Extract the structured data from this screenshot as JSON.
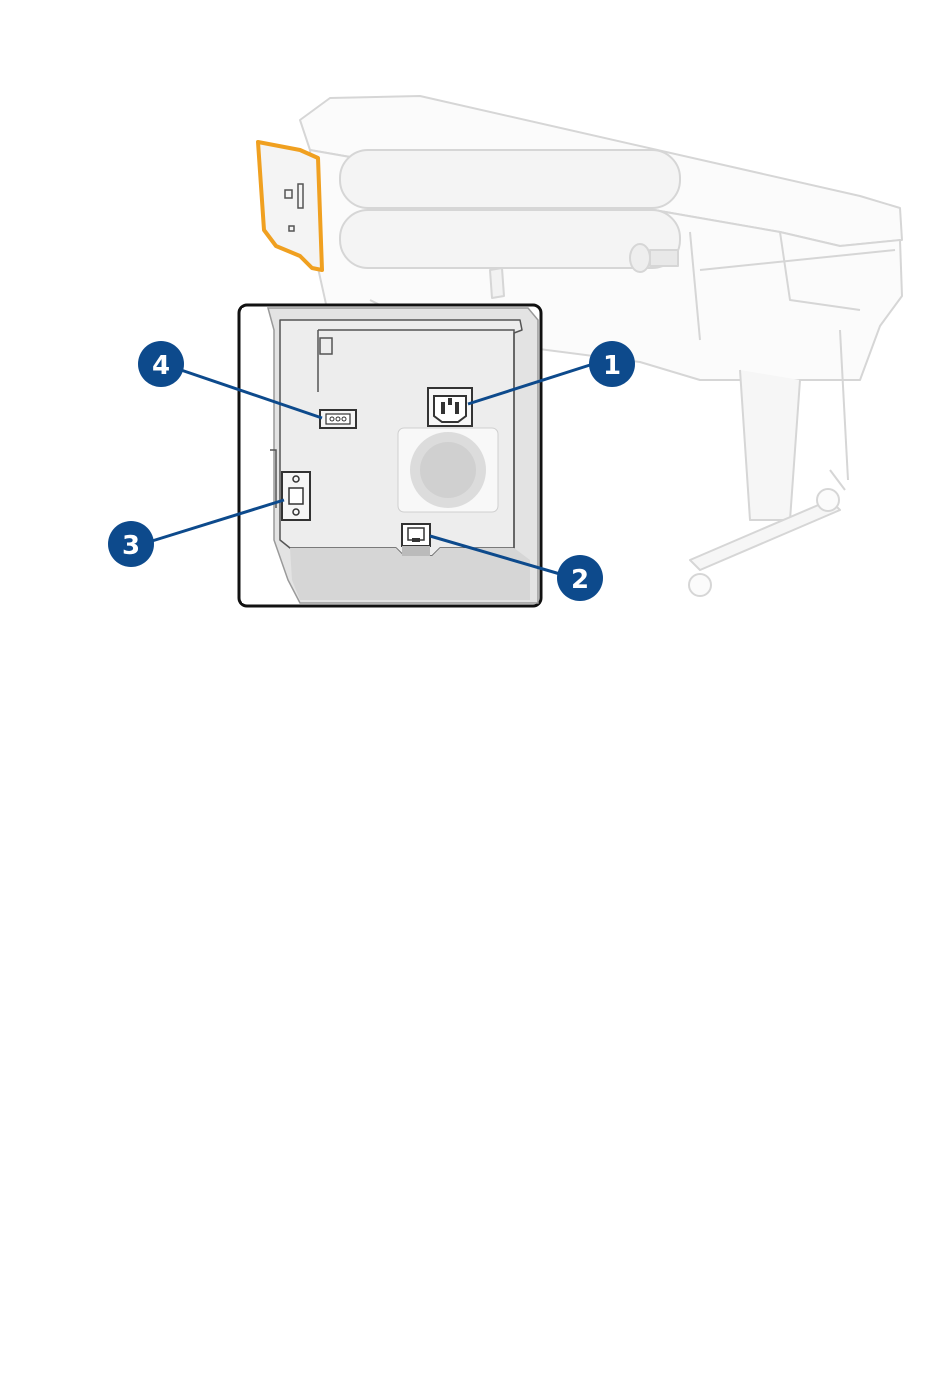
{
  "figure": {
    "description_free": true,
    "colors": {
      "callout_fill": "#0d4a8c",
      "callout_line": "#0d4a8c",
      "highlight": "#f0a020",
      "printer_outline": "#d4d4d4",
      "inset_border": "#111111"
    },
    "callouts": [
      {
        "label": "1"
      },
      {
        "label": "2"
      },
      {
        "label": "3"
      },
      {
        "label": "4"
      }
    ]
  }
}
